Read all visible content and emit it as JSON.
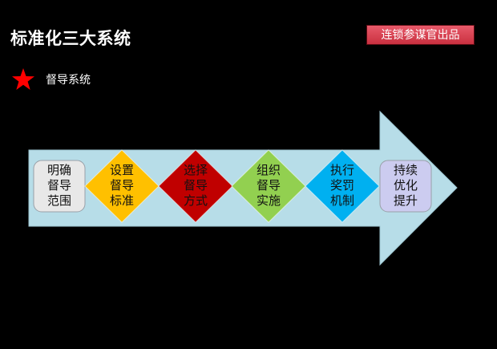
{
  "header": {
    "title": "标准化三大系统",
    "badge": "连锁参谋官出品"
  },
  "section": {
    "icon": "star-icon",
    "label": "督导系统"
  },
  "steps": [
    {
      "lines": [
        "明确",
        "督导",
        "范围"
      ],
      "shape": "rounded-rect",
      "color": "#e8e8e8"
    },
    {
      "lines": [
        "设置",
        "督导",
        "标准"
      ],
      "shape": "diamond",
      "color": "#ffc000"
    },
    {
      "lines": [
        "选择",
        "督导",
        "方式"
      ],
      "shape": "diamond",
      "color": "#c00000"
    },
    {
      "lines": [
        "组织",
        "督导",
        "实施"
      ],
      "shape": "diamond",
      "color": "#92d050"
    },
    {
      "lines": [
        "执行",
        "奖罚",
        "机制"
      ],
      "shape": "diamond",
      "color": "#00b0f0"
    },
    {
      "lines": [
        "持续",
        "优化",
        "提升"
      ],
      "shape": "rounded-rect",
      "color": "#ccccf0"
    }
  ],
  "colors": {
    "arrow_fill": "#b7dde8",
    "star": "#ff0000"
  }
}
